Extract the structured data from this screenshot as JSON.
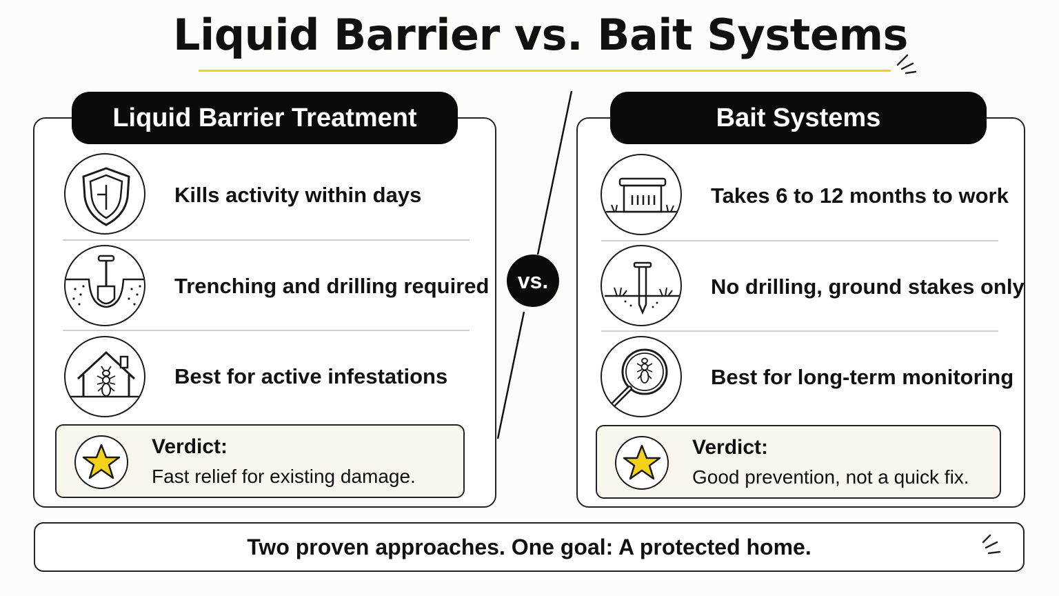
{
  "title": "Liquid Barrier vs. Bait Systems",
  "vs_label": "vs.",
  "colors": {
    "accent": "#f2cf1a",
    "dark": "#0b0b0b",
    "star": "#f5d21a"
  },
  "left_panel": {
    "heading": "Liquid Barrier Treatment",
    "rows": [
      {
        "icon": "shield-icon",
        "label": "Kills activity within days"
      },
      {
        "icon": "shovel-trench-icon",
        "label": "Trenching and drilling required"
      },
      {
        "icon": "house-termite-icon",
        "label": "Best for active infestations"
      }
    ],
    "verdict": {
      "icon": "star-icon",
      "title": "Verdict:",
      "text": "Fast relief for existing damage."
    }
  },
  "right_panel": {
    "heading": "Bait Systems",
    "rows": [
      {
        "icon": "bait-station-icon",
        "label": "Takes 6 to 12 months to work"
      },
      {
        "icon": "ground-stake-icon",
        "label": "No drilling, ground stakes only"
      },
      {
        "icon": "magnifier-termite-icon",
        "label": "Best for long-term monitoring"
      }
    ],
    "verdict": {
      "icon": "star-icon",
      "title": "Verdict:",
      "text": "Good prevention, not a quick fix."
    }
  },
  "footer": "Two proven approaches. One goal: A protected home."
}
